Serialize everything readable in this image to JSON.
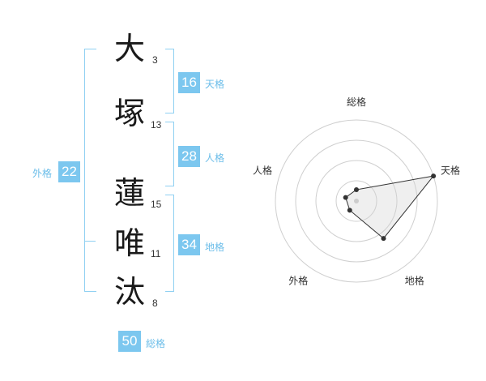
{
  "name_chars": [
    {
      "char": "大",
      "strokes": "3"
    },
    {
      "char": "塚",
      "strokes": "13"
    },
    {
      "char": "蓮",
      "strokes": "15"
    },
    {
      "char": "唯",
      "strokes": "11"
    },
    {
      "char": "汰",
      "strokes": "8"
    }
  ],
  "fortunes": {
    "tenkaku": {
      "value": "16",
      "label": "天格"
    },
    "jinkaku": {
      "value": "28",
      "label": "人格"
    },
    "chikaku": {
      "value": "34",
      "label": "地格"
    },
    "gaikaku": {
      "value": "22",
      "label": "外格"
    },
    "soukaku": {
      "value": "50",
      "label": "総格"
    }
  },
  "colors": {
    "accent": "#7cc7ef",
    "bracket": "#8fd0f2"
  },
  "chart_data": {
    "type": "radar",
    "axes": [
      "総格",
      "天格",
      "地格",
      "外格",
      "人格"
    ],
    "values": [
      1,
      5,
      3,
      1,
      1
    ],
    "range": [
      0,
      5
    ],
    "rings": 4
  }
}
